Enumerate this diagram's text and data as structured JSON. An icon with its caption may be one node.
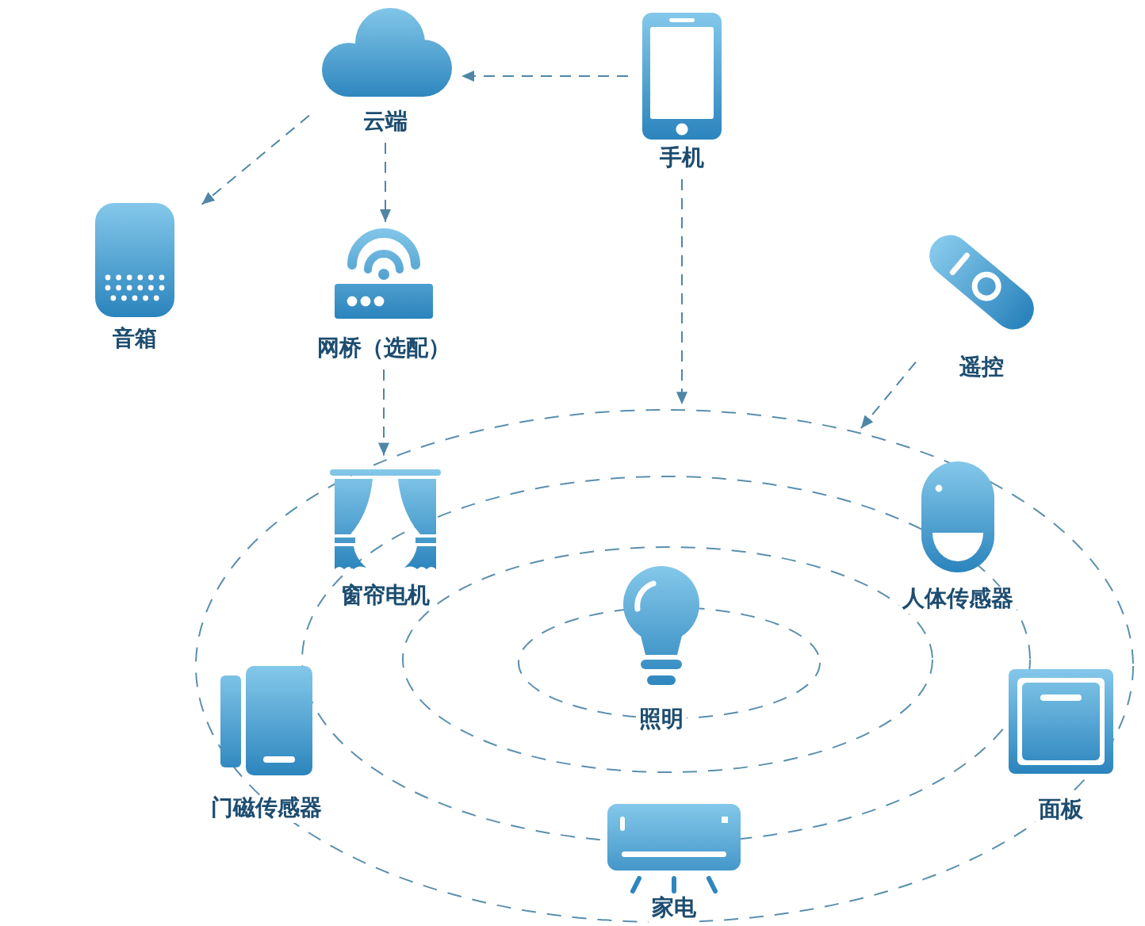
{
  "diagram": {
    "nodes": [
      {
        "text": [
          "云端"
        ]
      },
      {
        "text": [
          "手机"
        ]
      },
      {
        "text": [
          "音箱"
        ]
      },
      {
        "text": [
          "网桥（选配）"
        ]
      },
      {
        "text": [
          "遥控"
        ]
      },
      {
        "text": [],
        "shape": "ellipse"
      },
      {
        "text": [
          "窗帘电机"
        ],
        "in": 5
      },
      {
        "text": [
          "人体传感器"
        ],
        "in": 5
      },
      {
        "text": [
          "照明"
        ],
        "in": 5
      },
      {
        "text": [
          "门磁传感器"
        ],
        "in": 5
      },
      {
        "text": [
          "面板"
        ],
        "in": 5
      },
      {
        "text": [
          "家电"
        ],
        "in": 5
      }
    ],
    "edges": [
      {
        "from": 1,
        "to": 0,
        "arrow": "to"
      },
      {
        "from": 0,
        "to": 2,
        "arrow": "to"
      },
      {
        "from": 0,
        "to": 3,
        "arrow": "to"
      },
      {
        "from": 3,
        "to": 5,
        "arrow": "to"
      },
      {
        "from": 1,
        "to": 5,
        "arrow": "to"
      },
      {
        "from": 4,
        "to": 5,
        "arrow": "to"
      }
    ]
  }
}
